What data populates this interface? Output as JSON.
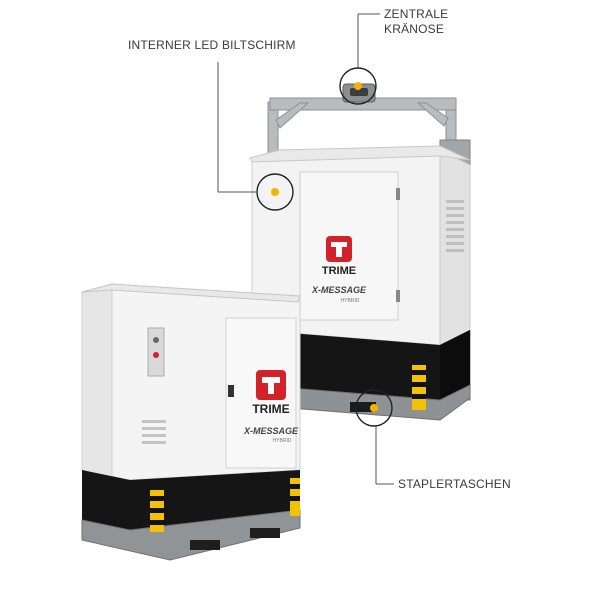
{
  "callouts": {
    "crane_line1": "ZENTRALE",
    "crane_line2": "KRÄNOSE",
    "led_screen": "INTERNER LED BILTSCHIRM",
    "forklift": "STAPLERTASCHEN"
  },
  "front_unit": {
    "brand": "TRIME",
    "model": "X-MESSAGE",
    "sub": "HYBRID"
  },
  "back_unit": {
    "brand": "TRIME",
    "model": "X-MESSAGE",
    "sub": "HYBRID"
  },
  "colors": {
    "accent_dot": "#f5b400",
    "brand_red": "#d2232a",
    "body_white": "#f4f4f4",
    "base_black": "#141414",
    "frame_grey": "#a9adb0"
  }
}
